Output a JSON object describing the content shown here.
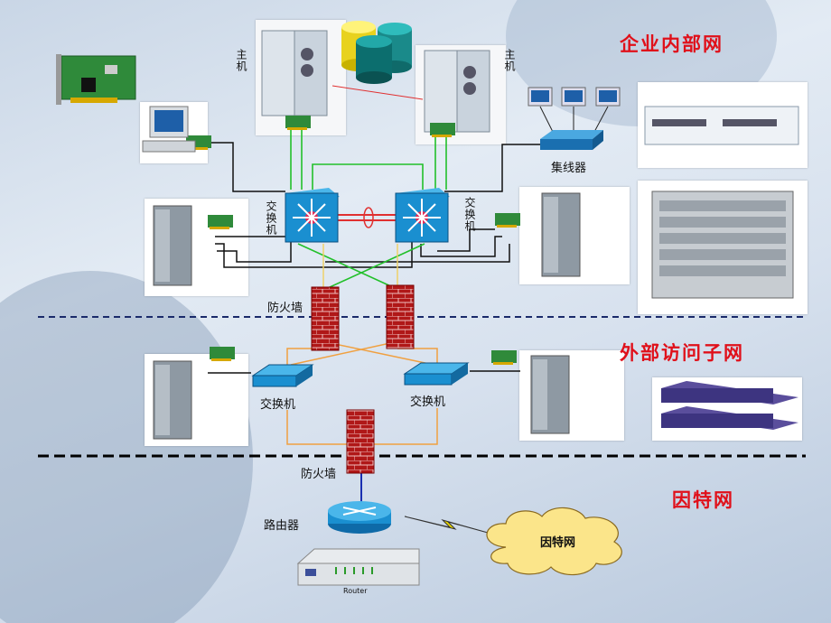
{
  "zones": {
    "internal": "企业内部网",
    "external": "外部访问子网",
    "internet": "因特网"
  },
  "labels": {
    "host_left": "主机",
    "host_right": "主机",
    "hub": "集线器",
    "core_switch_left": "交换机",
    "core_switch_right": "交换机",
    "firewall_top": "防火墙",
    "dmz_switch_left": "交换机",
    "dmz_switch_right": "交换机",
    "firewall_bottom": "防火墙",
    "router": "路由器",
    "cloud": "因特网",
    "router_device_tag": "Router"
  },
  "colors": {
    "zone_title": "#e0101a",
    "link_black": "#111111",
    "link_green": "#22c02a",
    "link_orange": "#f0a040",
    "link_red": "#e03030",
    "link_blue": "#1a2fb0",
    "switch_blue": "#1a8fd0",
    "firewall_red": "#b01818",
    "cloud_yellow": "#fbe58a"
  }
}
